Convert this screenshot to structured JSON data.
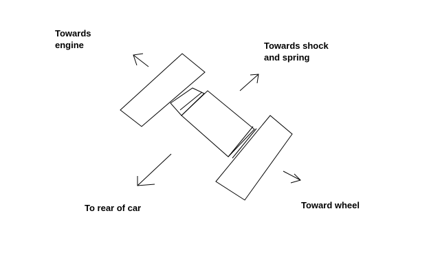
{
  "labels": {
    "engine": {
      "line1": "Towards",
      "line2": "engine"
    },
    "shock": {
      "line1": "Towards shock",
      "line2": "and spring"
    },
    "rear": {
      "line1": "To rear of car"
    },
    "wheel": {
      "line1": "Toward wheel"
    }
  },
  "colors": {
    "stroke": "#000000",
    "background": "#ffffff",
    "text": "#000000"
  }
}
